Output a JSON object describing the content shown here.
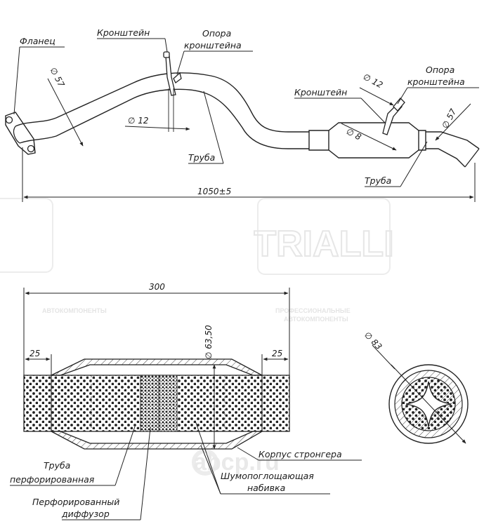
{
  "watermark": {
    "brand": "TRIALLI",
    "tagline_1": "ПРОФЕССИОНАЛЬНЫЕ",
    "tagline_2": "АВТОКОМПОНЕНТЫ",
    "site": "abcp.ru"
  },
  "top_view": {
    "labels": {
      "flange": "Фланец",
      "bracket_left": "Кронштейн",
      "support_left_1": "Опора",
      "support_left_2": "кронштейна",
      "pipe_left": "Труба",
      "bracket_right": "Кронштейн",
      "support_right_1": "Опора",
      "support_right_2": "кронштейна",
      "pipe_right": "Труба"
    },
    "dimensions": {
      "pipe_diameter_left": "∅ 57",
      "bracket_rod_left": "∅ 12",
      "bracket_rod_right": "∅ 12",
      "rod_middle": "∅ 8",
      "pipe_diameter_right": "∅ 57",
      "overall_length": "1050±5"
    }
  },
  "section_view": {
    "labels": {
      "perforated_pipe_1": "Труба",
      "perforated_pipe_2": "перфорированная",
      "perforated_diffuser_1": "Перфорированный",
      "perforated_diffuser_2": "диффузор",
      "housing": "Корпус стронгера",
      "packing_1": "Шумопоглощающая",
      "packing_2": "набивка"
    },
    "dimensions": {
      "total_length": "300",
      "left_neck": "25",
      "right_neck": "25",
      "inner_diameter": "∅ 63,50",
      "outer_diameter": "∅ 83"
    }
  }
}
